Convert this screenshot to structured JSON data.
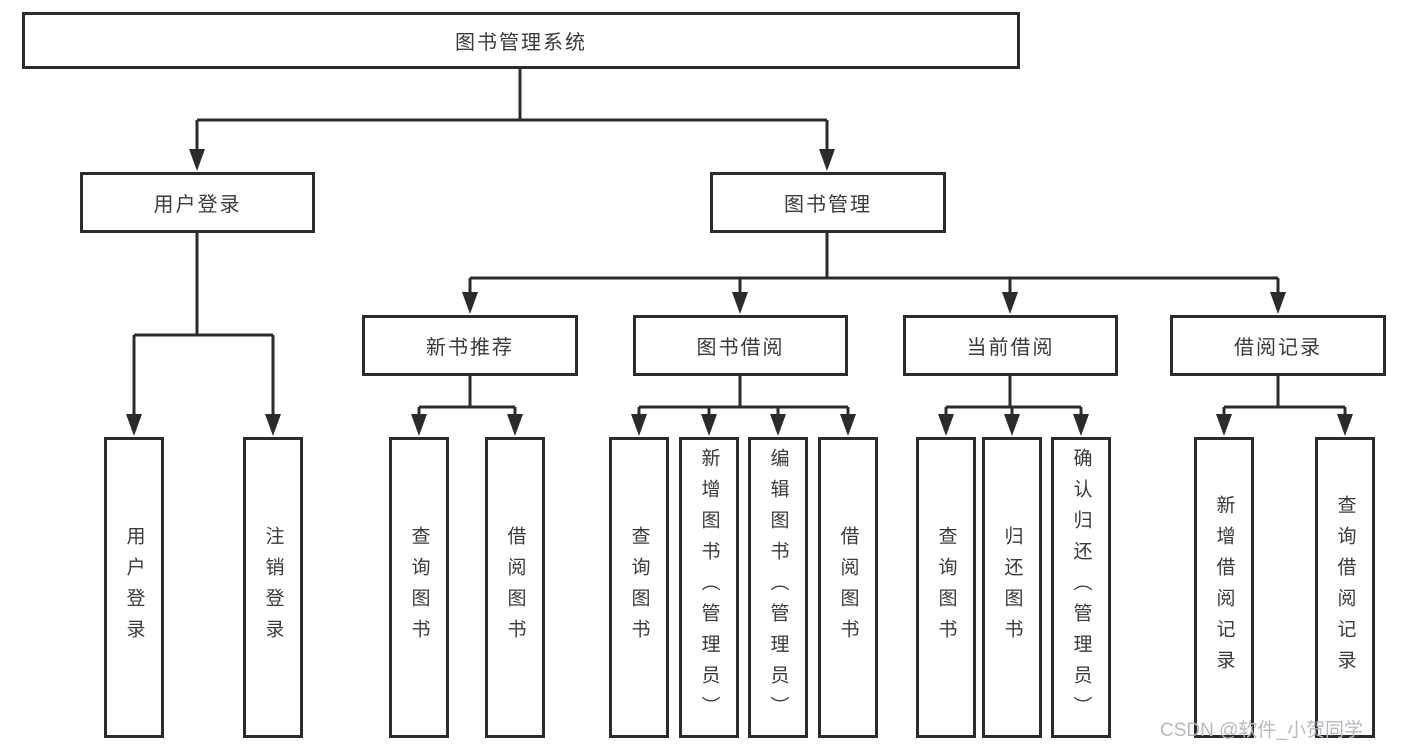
{
  "tree": {
    "label": "图书管理系统",
    "children": [
      {
        "label": "用户登录",
        "children": [
          {
            "label": "用户登录"
          },
          {
            "label": "注销登录"
          }
        ]
      },
      {
        "label": "图书管理",
        "children": [
          {
            "label": "新书推荐",
            "children": [
              {
                "label": "查询图书"
              },
              {
                "label": "借阅图书"
              }
            ]
          },
          {
            "label": "图书借阅",
            "children": [
              {
                "label": "查询图书"
              },
              {
                "label": "新增图书（管理员）"
              },
              {
                "label": "编辑图书（管理员）"
              },
              {
                "label": "借阅图书"
              }
            ]
          },
          {
            "label": "当前借阅",
            "children": [
              {
                "label": "查询图书"
              },
              {
                "label": "归还图书"
              },
              {
                "label": "确认归还（管理员）"
              }
            ]
          },
          {
            "label": "借阅记录",
            "children": [
              {
                "label": "新增借阅记录"
              },
              {
                "label": "查询借阅记录"
              }
            ]
          }
        ]
      }
    ]
  },
  "colors": {
    "line": "#2b2b2b",
    "text": "#3a3a3a",
    "background": "#ffffff"
  },
  "watermark": {
    "text": "CSDN @软件_小贺同学"
  }
}
